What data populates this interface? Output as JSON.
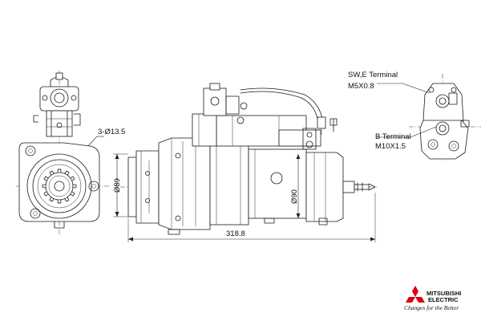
{
  "callouts": {
    "hole_spec": "3-Ø13.5",
    "sw_terminal_name": "SW,E Terminal",
    "sw_terminal_thread": "M5X0.8",
    "b_terminal_name": "B Terminal",
    "b_terminal_thread": "M10X1.5"
  },
  "dimensions": {
    "pilot_diameter": "Ø89",
    "body_diameter": "Ø90",
    "overall_length": "318.8"
  },
  "brand": {
    "line1": "MITSUBISHI",
    "line2": "ELECTRIC",
    "tagline": "Changes for the Better",
    "logo_color": "#d7000f"
  }
}
